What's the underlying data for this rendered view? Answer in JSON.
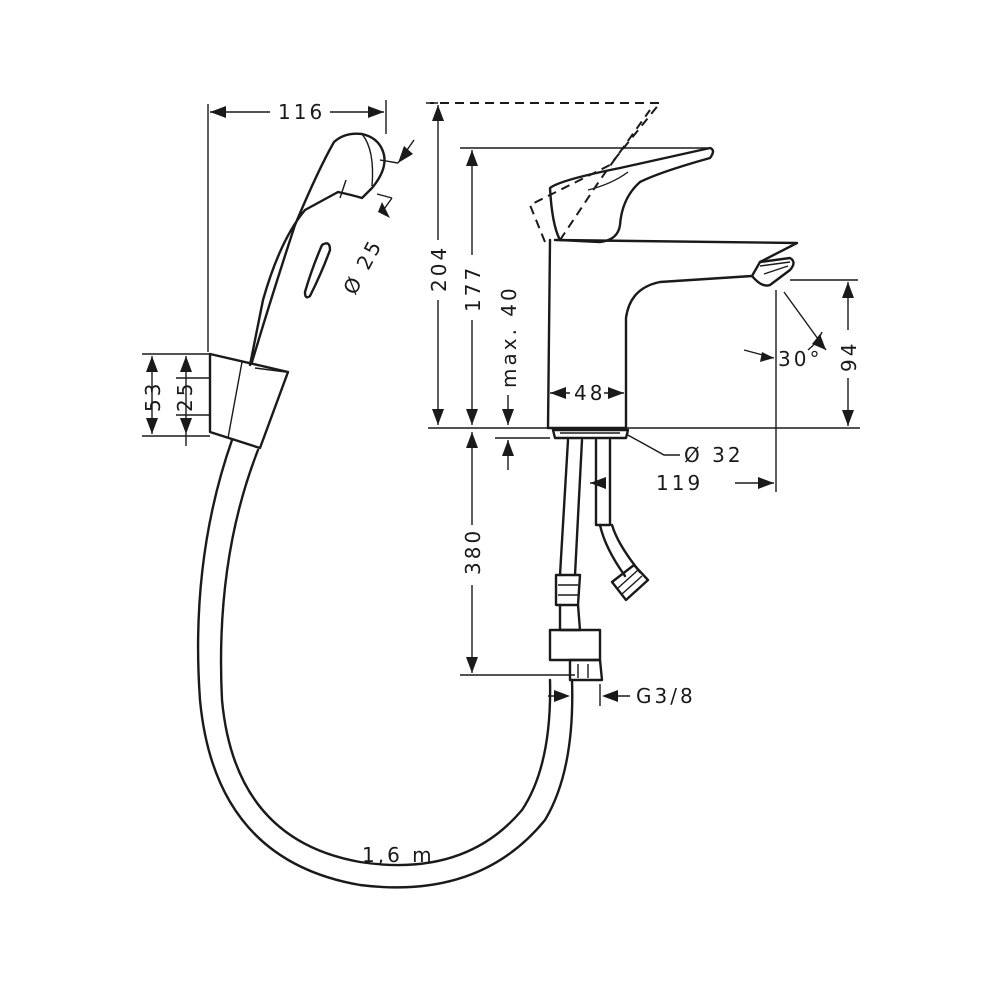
{
  "colors": {
    "line": "#1a1a1a",
    "background": "#ffffff"
  },
  "dimensions": {
    "handshower_width": "116",
    "spray_diameter": "Ø 25",
    "holder_height": "53",
    "holder_inner": "25",
    "overall_height": "204",
    "spout_height": "177",
    "max_deck": "max. 40",
    "body_width": "48",
    "angle": "30°",
    "outlet_height": "94",
    "hole_diameter": "Ø 32",
    "projection": "119",
    "hose_length_supply": "380",
    "connection_thread": "G3/8",
    "hose_length": "1,6 m"
  }
}
